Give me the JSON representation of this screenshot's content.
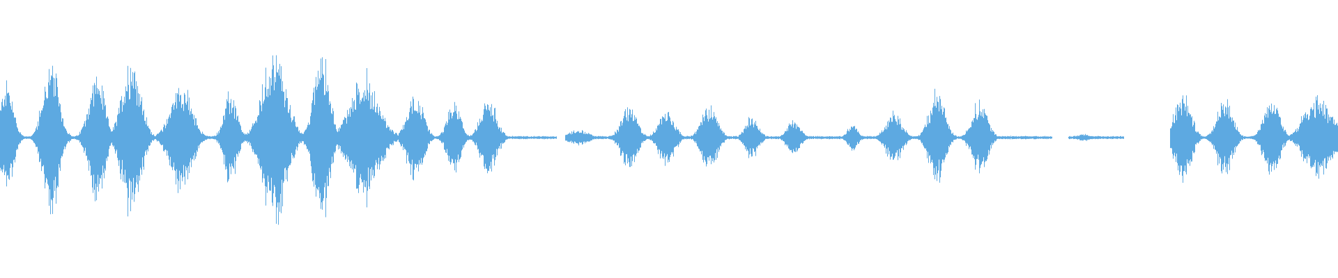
{
  "waveform": {
    "color": "#5DA9E1",
    "background": "#FFFFFF",
    "description_free": true,
    "envelope_bursts": [
      {
        "center": 0.005,
        "width": 0.01,
        "amplitude": 0.42
      },
      {
        "center": 0.038,
        "width": 0.012,
        "amplitude": 0.58
      },
      {
        "center": 0.072,
        "width": 0.012,
        "amplitude": 0.48
      },
      {
        "center": 0.098,
        "width": 0.014,
        "amplitude": 0.62
      },
      {
        "center": 0.135,
        "width": 0.016,
        "amplitude": 0.42
      },
      {
        "center": 0.172,
        "width": 0.01,
        "amplitude": 0.34
      },
      {
        "center": 0.205,
        "width": 0.018,
        "amplitude": 0.66
      },
      {
        "center": 0.24,
        "width": 0.012,
        "amplitude": 0.67
      },
      {
        "center": 0.272,
        "width": 0.022,
        "amplitude": 0.46
      },
      {
        "center": 0.31,
        "width": 0.012,
        "amplitude": 0.34
      },
      {
        "center": 0.339,
        "width": 0.01,
        "amplitude": 0.28
      },
      {
        "center": 0.365,
        "width": 0.012,
        "amplitude": 0.3
      },
      {
        "center": 0.432,
        "width": 0.016,
        "amplitude": 0.06
      },
      {
        "center": 0.47,
        "width": 0.012,
        "amplitude": 0.24
      },
      {
        "center": 0.498,
        "width": 0.012,
        "amplitude": 0.22
      },
      {
        "center": 0.53,
        "width": 0.012,
        "amplitude": 0.26
      },
      {
        "center": 0.562,
        "width": 0.01,
        "amplitude": 0.16
      },
      {
        "center": 0.593,
        "width": 0.01,
        "amplitude": 0.14
      },
      {
        "center": 0.637,
        "width": 0.008,
        "amplitude": 0.1
      },
      {
        "center": 0.668,
        "width": 0.012,
        "amplitude": 0.2
      },
      {
        "center": 0.7,
        "width": 0.012,
        "amplitude": 0.35
      },
      {
        "center": 0.732,
        "width": 0.012,
        "amplitude": 0.28
      },
      {
        "center": 0.81,
        "width": 0.01,
        "amplitude": 0.03
      },
      {
        "center": 0.884,
        "width": 0.012,
        "amplitude": 0.34
      },
      {
        "center": 0.915,
        "width": 0.012,
        "amplitude": 0.3
      },
      {
        "center": 0.95,
        "width": 0.012,
        "amplitude": 0.3
      },
      {
        "center": 0.985,
        "width": 0.02,
        "amplitude": 0.32
      }
    ],
    "silent_gaps": [
      {
        "start": 0.416,
        "end": 0.422
      },
      {
        "start": 0.786,
        "end": 0.798
      },
      {
        "start": 0.84,
        "end": 0.874
      }
    ],
    "baseline_amplitude": 0.012
  }
}
